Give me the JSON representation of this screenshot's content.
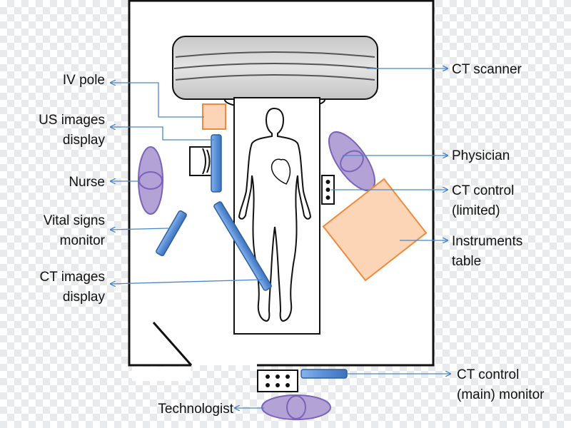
{
  "labels": {
    "iv_pole": "IV pole",
    "us_images_display": [
      "US images",
      "display"
    ],
    "nurse": "Nurse",
    "vital_signs_monitor": [
      "Vital signs",
      "monitor"
    ],
    "ct_images_display": [
      "CT images",
      "display"
    ],
    "technologist": "Technologist",
    "ct_scanner": "CT scanner",
    "physician": "Physician",
    "ct_control_limited": [
      "CT control",
      "(limited)"
    ],
    "instruments_table": [
      "Instruments",
      "table"
    ],
    "ct_control_main_monitor": [
      "CT control",
      "(main) monitor"
    ]
  },
  "colors": {
    "arrow": "#4a86c8",
    "person_fill": "#b3a2d6",
    "person_stroke": "#7b63b8",
    "monitor_fill": "#5b8fd6",
    "monitor_stroke": "#2e5f9e",
    "table_fill": "#fbd5b5",
    "table_stroke": "#f08a3c",
    "scanner_fill": "#d9d9d9"
  }
}
